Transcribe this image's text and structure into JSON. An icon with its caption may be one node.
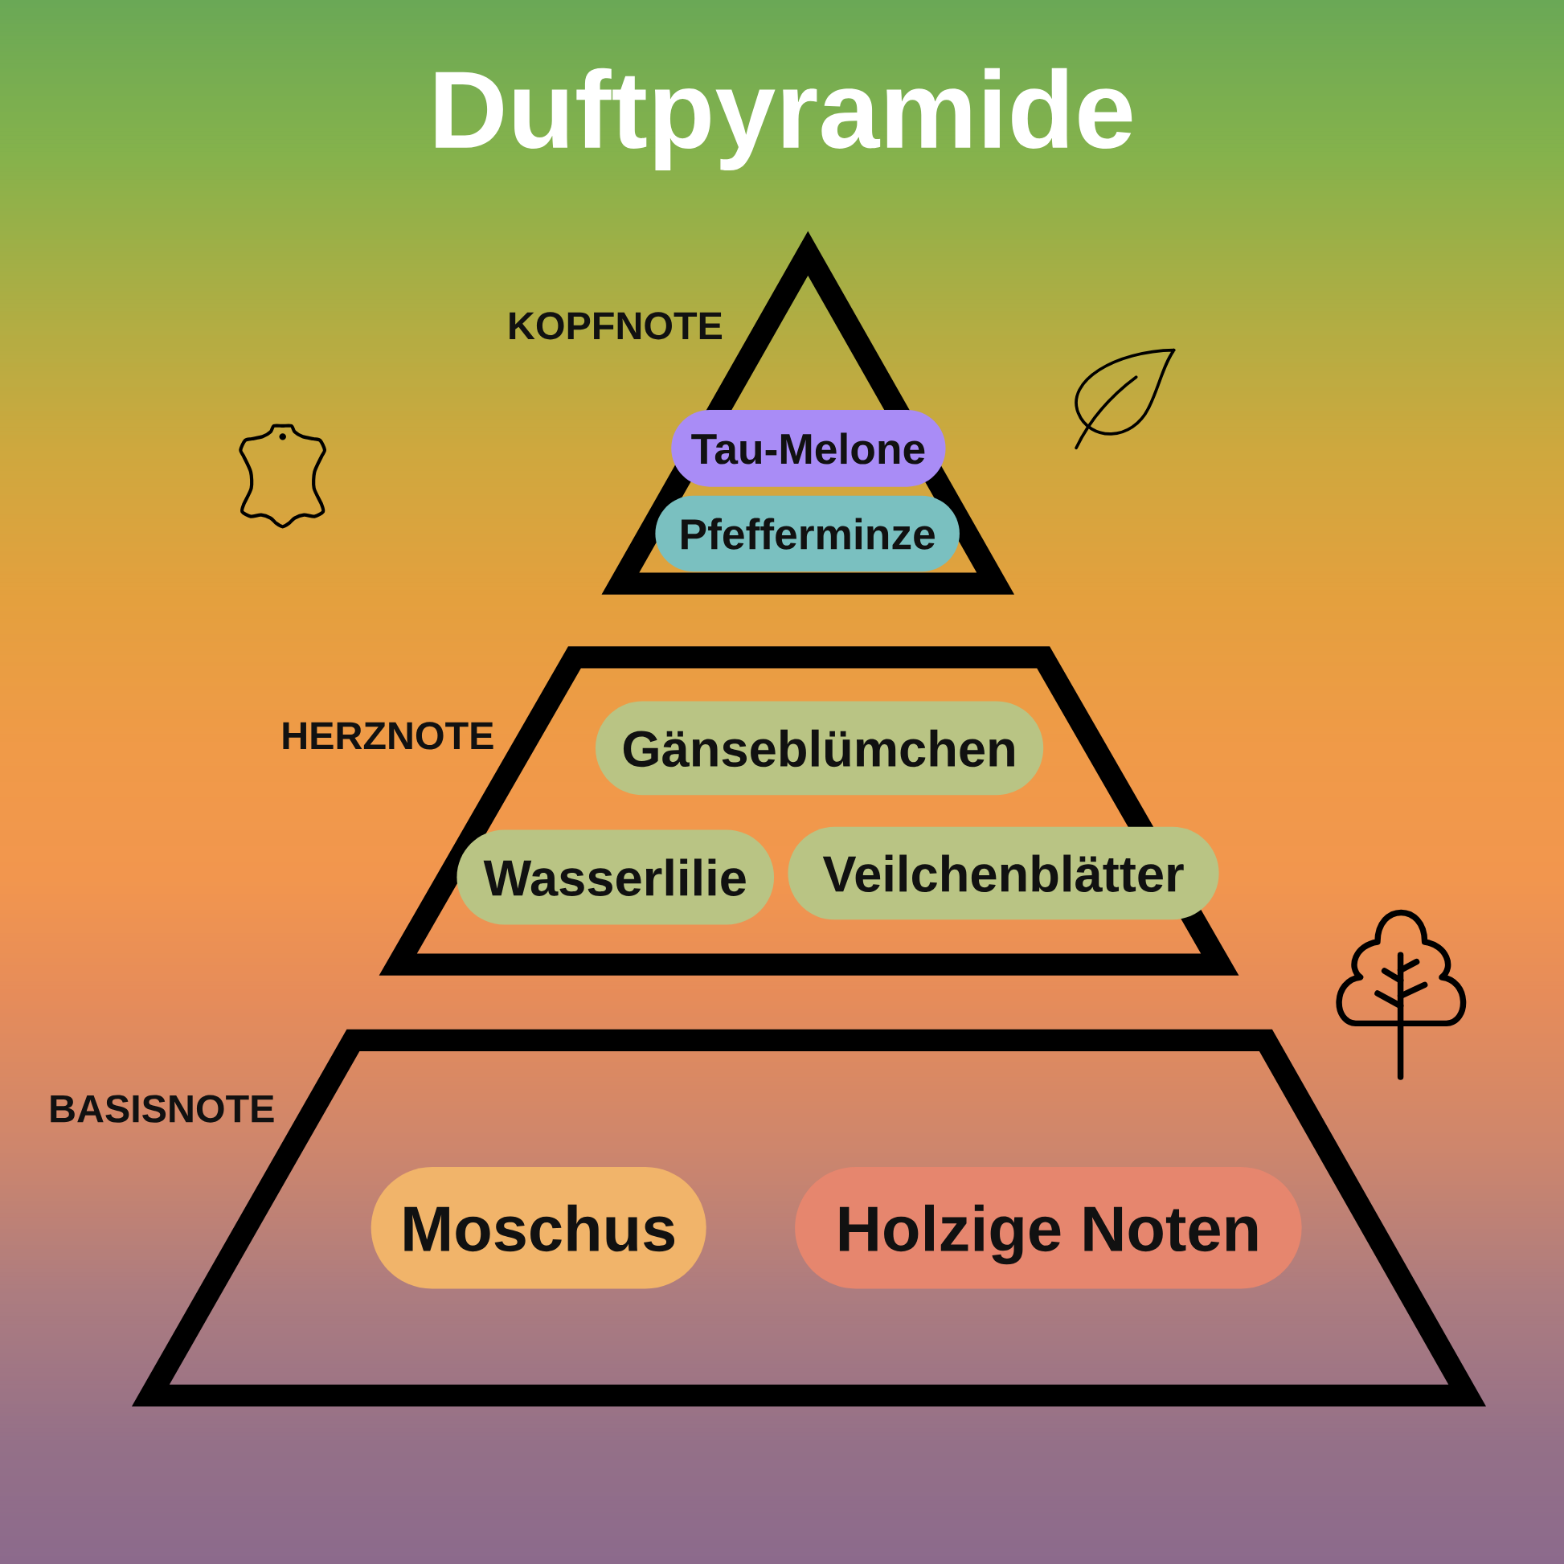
{
  "diagram": {
    "title": "Duftpyramide",
    "nodes": [
      {
        "text": [
          "KOPFNOTE"
        ]
      },
      {
        "text": [
          "Tau-Melone"
        ],
        "in": 0
      },
      {
        "text": [
          "Pfefferminze"
        ],
        "in": 0
      },
      {
        "text": [
          "HERZNOTE"
        ]
      },
      {
        "text": [
          "Gänseblümchen"
        ],
        "in": 3
      },
      {
        "text": [
          "Wasserlilie"
        ],
        "in": 3
      },
      {
        "text": [
          "Veilchenblätter"
        ],
        "in": 3
      },
      {
        "text": [
          "BASISNOTE"
        ]
      },
      {
        "text": [
          "Moschus"
        ],
        "in": 7
      },
      {
        "text": [
          "Holzige Noten"
        ],
        "in": 7
      }
    ]
  }
}
